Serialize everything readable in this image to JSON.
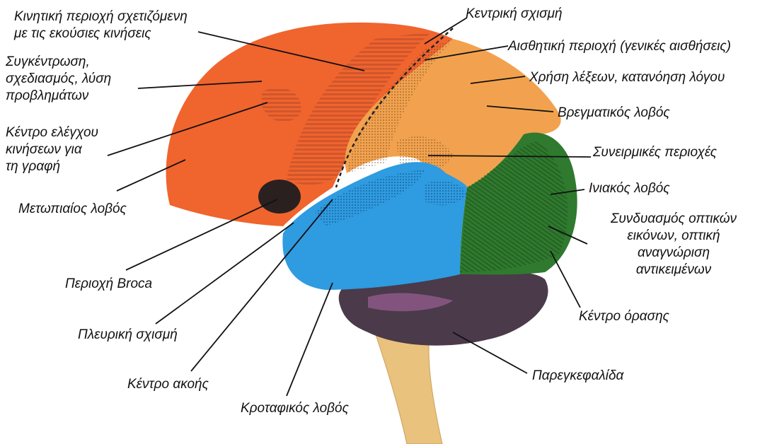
{
  "labels": {
    "motor_area": [
      "Κινητική περιοχή σχετιζόμενη",
      "με τις εκούσιες κινήσεις"
    ],
    "concentration": [
      "Συγκέντρωση,",
      "σχεδιασμός, λύση",
      "προβλημάτων"
    ],
    "writing_center": [
      "Κέντρο ελέγχου",
      "κινήσεων για",
      "τη γραφή"
    ],
    "frontal_lobe": "Μετωπιαίος λοβός",
    "broca": "Περιοχή Broca",
    "lateral_sulcus": "Πλευρική σχισμή",
    "hearing_center": "Κέντρο ακοής",
    "temporal_lobe": "Κροταφικός λοβός",
    "central_sulcus": "Κεντρική σχισμή",
    "sensory_area": "Αισθητική περιοχή (γενικές αισθήσεις)",
    "word_use": "Χρήση λέξεων, κατανόηση λόγου",
    "parietal_lobe": "Βρεγματικός λοβός",
    "association_areas": "Συνειρμικές περιοχές",
    "occipital_lobe": "Ινιακός λοβός",
    "visual_association": [
      "Συνδυασμός οπτικών",
      "εικόνων, οπτική",
      "αναγνώριση",
      "αντικειμένων"
    ],
    "vision_center": "Κέντρο όρασης",
    "cerebellum": "Παρεγκεφαλίδα"
  },
  "colors": {
    "frontal": "#f0642e",
    "parietal": "#f2a24e",
    "temporal": "#2f9be0",
    "occipital": "#2f7a2e",
    "cerebellum": "#4a3a4a",
    "brainstem": "#e9c27d",
    "broca": "#2a2020",
    "leader_line": "#111111"
  }
}
